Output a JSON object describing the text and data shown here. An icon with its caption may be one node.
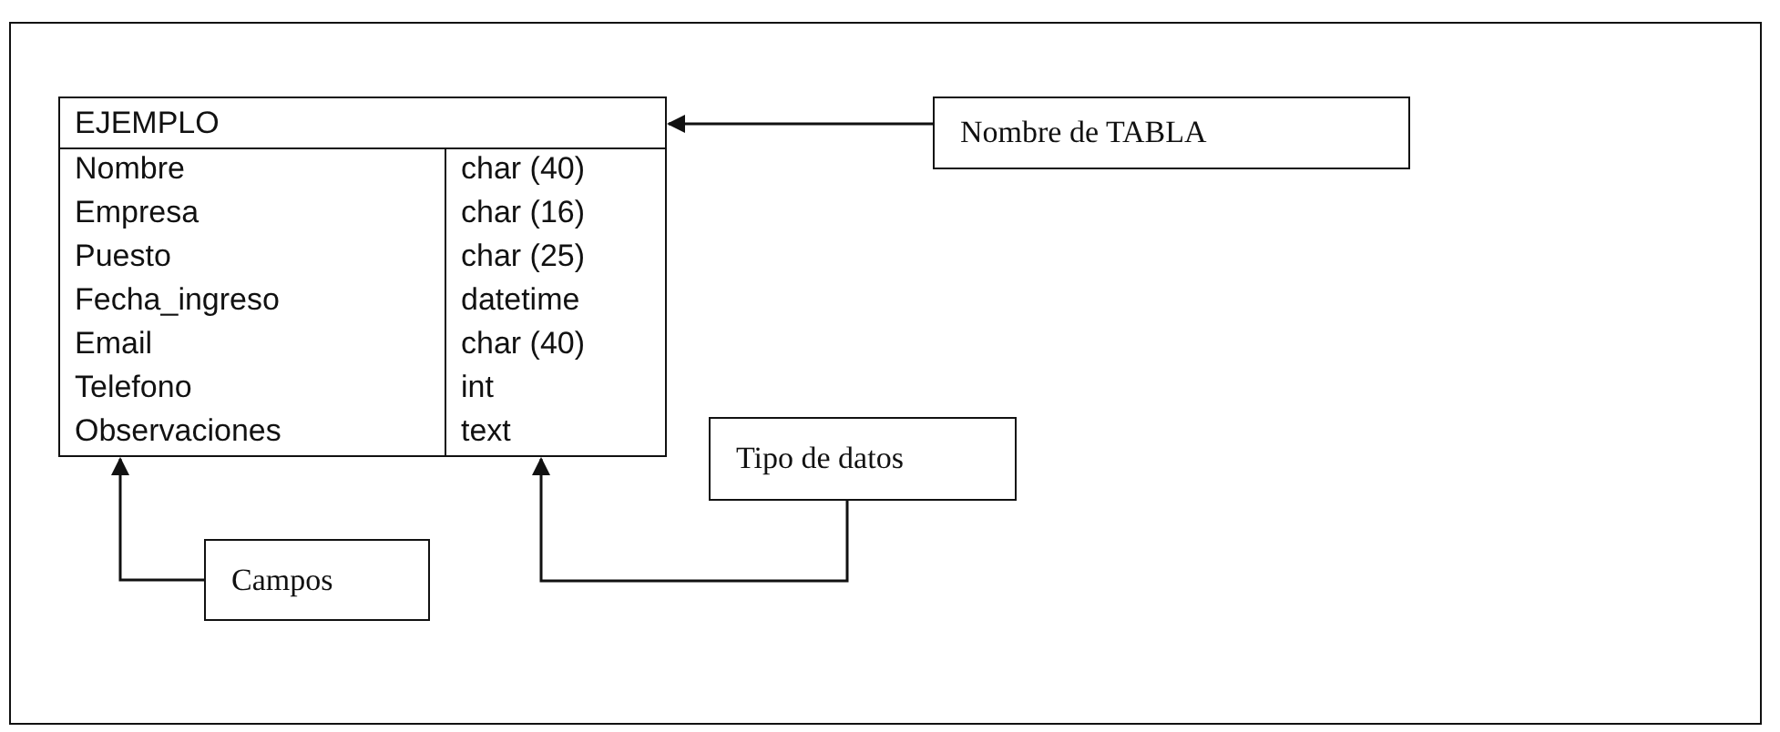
{
  "diagram": {
    "nodes": [
      {
        "text": [
          "EJEMPLO"
        ]
      },
      {
        "text": [
          "Nombre",
          "Empresa",
          "Puesto",
          "Fecha_ingreso",
          "Email",
          "Telefono",
          "Observaciones"
        ],
        "in": 0
      },
      {
        "text": [
          "char (40)",
          "char (16)",
          "char (25)",
          "datetime",
          "char (40)",
          "int",
          "text"
        ],
        "in": 0
      },
      {
        "text": [
          "Nombre de TABLA"
        ]
      },
      {
        "text": [
          "Tipo de datos"
        ]
      },
      {
        "text": [
          "Campos"
        ]
      }
    ],
    "edges": [
      {
        "from": 3,
        "to": 0,
        "arrow": "to"
      },
      {
        "from": 4,
        "to": 2,
        "arrow": "to"
      },
      {
        "from": 5,
        "to": 1,
        "arrow": "to"
      }
    ]
  }
}
